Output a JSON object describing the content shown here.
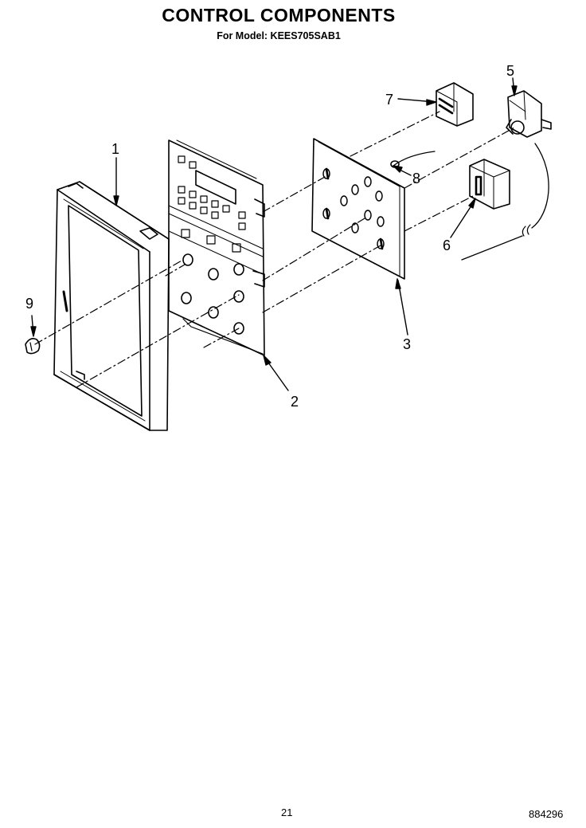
{
  "header": {
    "title": "CONTROL COMPONENTS",
    "model_line": "For Model: KEES705SAB1"
  },
  "callouts": [
    {
      "id": "1",
      "label": "1"
    },
    {
      "id": "2",
      "label": "2"
    },
    {
      "id": "3",
      "label": "3"
    },
    {
      "id": "5",
      "label": "5"
    },
    {
      "id": "6",
      "label": "6"
    },
    {
      "id": "7",
      "label": "7"
    },
    {
      "id": "8",
      "label": "8"
    },
    {
      "id": "9",
      "label": "9"
    }
  ],
  "footer": {
    "page_number": "21",
    "document_number": "884296"
  }
}
